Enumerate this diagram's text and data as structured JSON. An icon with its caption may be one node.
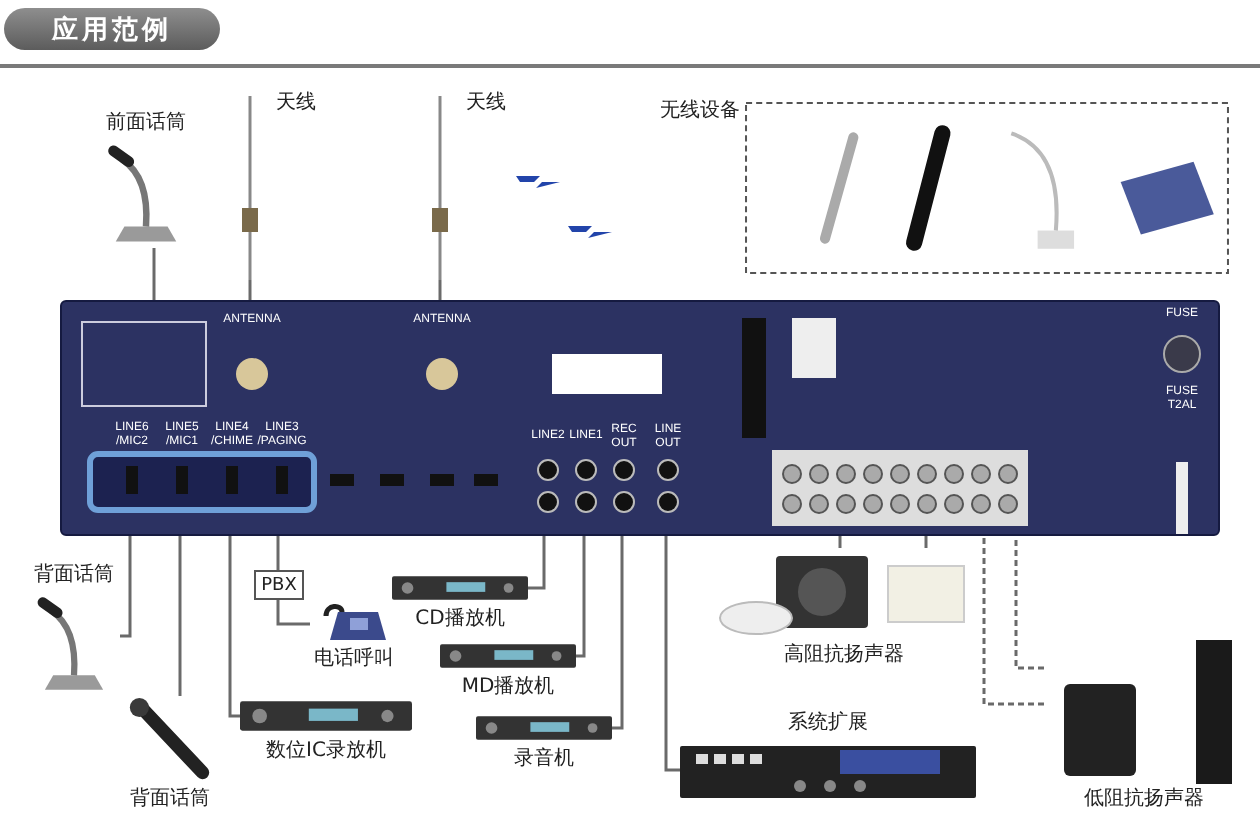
{
  "diagram": {
    "title": "应用范例",
    "nodes": [
      {
        "text": [
          "前面话筒"
        ]
      },
      {
        "text": [
          "天线"
        ]
      },
      {
        "text": [
          "天线"
        ]
      },
      {
        "text": [
          "无线设备"
        ]
      },
      {
        "text": [
          "ANTENNA",
          "ANTENNA",
          "LINE6 /MIC2",
          "LINE5 /MIC1",
          "LINE4 /CHIME",
          "LINE3 /PAGING",
          "LINE2",
          "LINE1",
          "REC OUT",
          "LINE OUT",
          "FUSE",
          "FUSE T2AL"
        ]
      },
      {
        "text": [
          "背面话筒"
        ]
      },
      {
        "text": [
          "PBX"
        ]
      },
      {
        "text": [
          "电话呼叫"
        ]
      },
      {
        "text": [
          "数位IC录放机"
        ]
      },
      {
        "text": [
          "背面话筒"
        ]
      },
      {
        "text": [
          "CD播放机"
        ]
      },
      {
        "text": [
          "MD播放机"
        ]
      },
      {
        "text": [
          "录音机"
        ]
      },
      {
        "text": [
          "高阻抗扬声器"
        ]
      },
      {
        "text": [
          "系统扩展"
        ]
      },
      {
        "text": [
          "低阻抗扬声器"
        ]
      }
    ],
    "edges": [
      {
        "from": 0,
        "to": 4,
        "arrow": "none"
      },
      {
        "from": 1,
        "to": 4,
        "arrow": "none"
      },
      {
        "from": 2,
        "to": 4,
        "arrow": "none"
      },
      {
        "from": 5,
        "to": 4,
        "arrow": "none"
      },
      {
        "from": 9,
        "to": 4,
        "arrow": "none"
      },
      {
        "from": 8,
        "to": 4,
        "arrow": "none"
      },
      {
        "from": 6,
        "to": 4,
        "arrow": "none"
      },
      {
        "from": 6,
        "to": 7,
        "arrow": "none"
      },
      {
        "from": 10,
        "to": 4,
        "arrow": "none"
      },
      {
        "from": 11,
        "to": 4,
        "arrow": "none"
      },
      {
        "from": 12,
        "to": 4,
        "arrow": "none"
      },
      {
        "from": 13,
        "to": 4,
        "arrow": "none"
      },
      {
        "from": 13,
        "to": 4,
        "arrow": "none"
      },
      {
        "from": 14,
        "to": 4,
        "arrow": "none"
      },
      {
        "from": 15,
        "to": 4,
        "arrow": "none",
        "style": "dashed"
      },
      {
        "from": 15,
        "to": 4,
        "arrow": "none",
        "style": "dashed"
      }
    ]
  }
}
